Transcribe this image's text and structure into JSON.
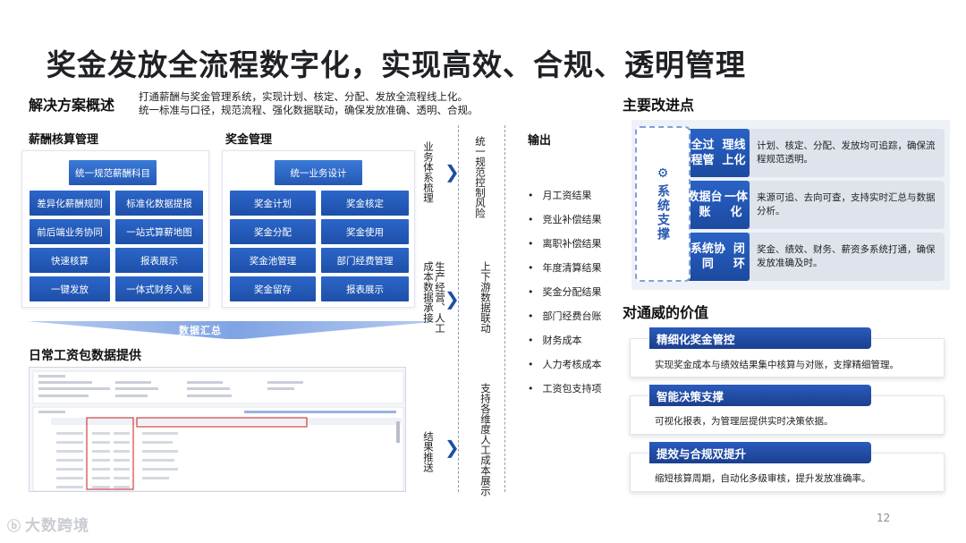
{
  "title": "奖金发放全流程数字化，实现高效、合规、透明管理",
  "overview": {
    "heading": "解决方案概述",
    "line1": "打通薪酬与奖金管理系统，实现计划、核定、分配、发放全流程线上化。",
    "line2": "统一标准与口径，规范流程、强化数据联动，确保发放准确、透明、合规。"
  },
  "salary": {
    "heading": "薪酬核算管理",
    "top": "统一规范薪酬科目",
    "items": [
      "差异化薪酬规则",
      "标准化数据提报",
      "前后端业务协同",
      "一站式算薪地图",
      "快速核算",
      "报表展示",
      "一键发放",
      "一体式财务入账"
    ]
  },
  "bonus": {
    "heading": "奖金管理",
    "top": "统一业务设计",
    "items": [
      "奖金计划",
      "奖金核定",
      "奖金分配",
      "奖金使用",
      "奖金池管理",
      "部门经费管理",
      "奖金留存",
      "报表展示"
    ]
  },
  "summary_label": "数据汇总",
  "payroll": {
    "heading": "日常工资包数据提供"
  },
  "flow": {
    "v1": "业务体系梳理",
    "v2": "生产经营、人工成本数据承接",
    "v3": "结果推送",
    "c1": "统一规范控制风险",
    "c2": "上下游数据联动",
    "c3": "支持各维度人工成本展示"
  },
  "output": {
    "heading": "输出",
    "items": [
      "月工资结果",
      "竞业补偿结果",
      "离职补偿结果",
      "年度清算结果",
      "奖金分配结果",
      "部门经费台账",
      "财务成本",
      "人力考核成本",
      "工资包支持项"
    ]
  },
  "improvements": {
    "heading": "主要改进点",
    "system_label": "系统支撑",
    "rows": [
      {
        "tag1": "全过程管",
        "tag2": "理线上化",
        "text": "计划、核定、分配、发放均可追踪，确保流程规范透明。"
      },
      {
        "tag1": "数据台账",
        "tag2": "一体化",
        "text": "来源可追、去向可查，支持实时汇总与数据分析。"
      },
      {
        "tag1": "系统协同",
        "tag2": "闭环",
        "text": "奖金、绩效、财务、薪资多系统打通，确保发放准确及时。"
      }
    ]
  },
  "values": {
    "heading": "对通威的价值",
    "cards": [
      {
        "tag": "精细化奖金管控",
        "text": "实现奖金成本与绩效结果集中核算与对账，支撑精细管理。"
      },
      {
        "tag": "智能决策支撑",
        "text": "可视化报表，为管理层提供实时决策依据。"
      },
      {
        "tag": "提效与合规双提升",
        "text": "缩短核算周期，自动化多级审核，提升发放准确率。"
      }
    ]
  },
  "footer": {
    "logo": "大数跨境",
    "page": "12"
  }
}
